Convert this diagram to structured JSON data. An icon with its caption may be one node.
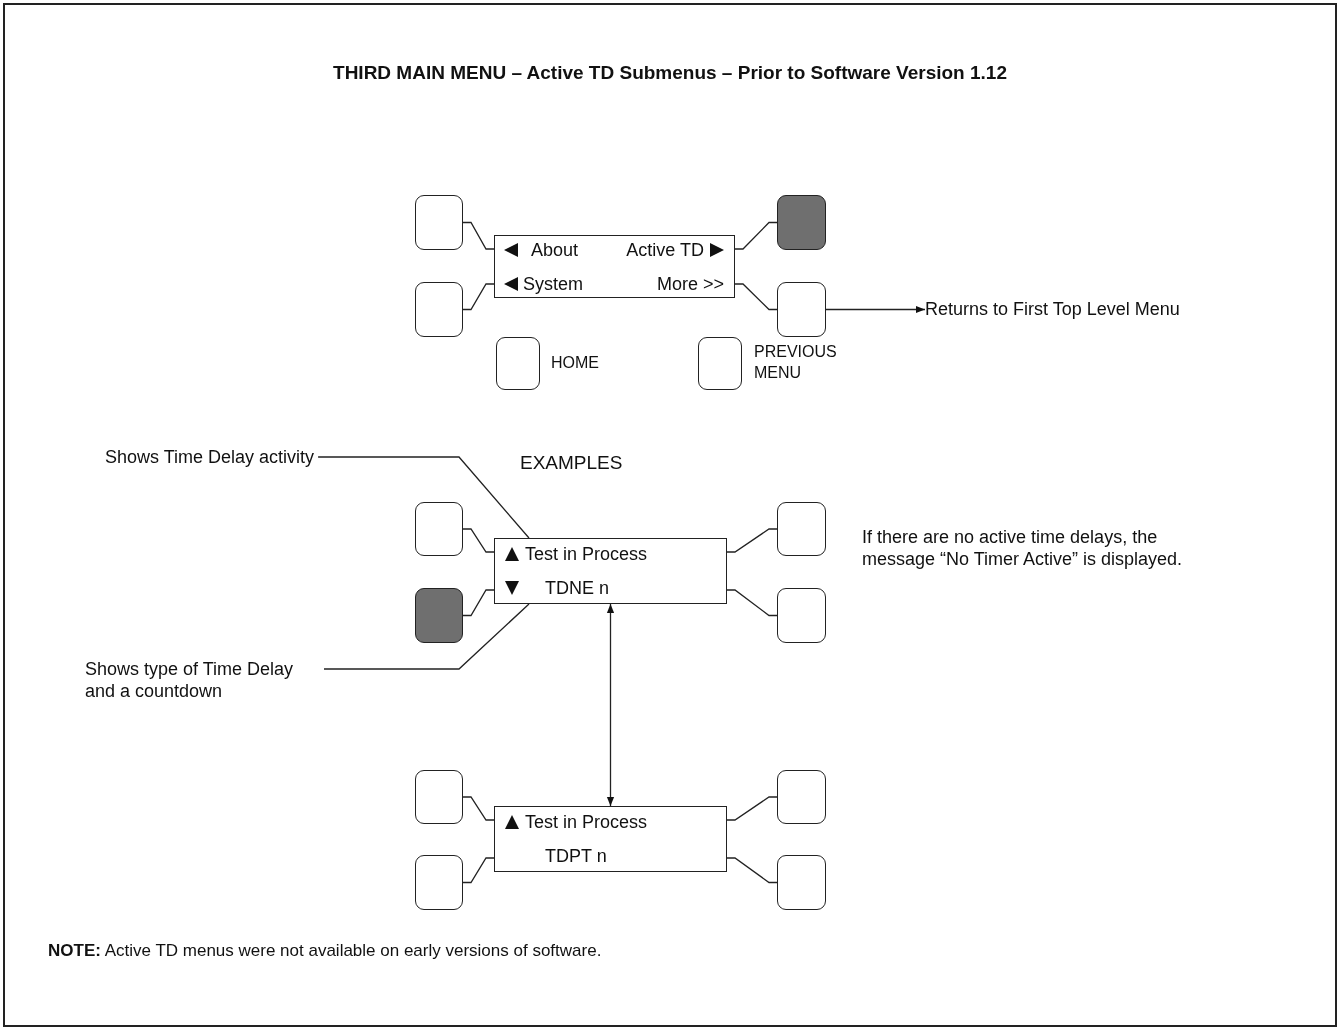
{
  "diagram": {
    "title": "THIRD MAIN MENU – Active TD Submenus – Prior to Software Version 1.12",
    "nodes": [
      {
        "text": [
          "About",
          "Active TD",
          "System",
          "More >>"
        ]
      },
      {
        "text": [],
        "shape": "box"
      },
      {
        "text": [],
        "shape": "box"
      },
      {
        "text": [],
        "shape": "box"
      },
      {
        "text": [],
        "shape": "box"
      },
      {
        "text": [],
        "shape": "box",
        "beside": [
          "HOME"
        ]
      },
      {
        "text": [],
        "shape": "box",
        "beside": [
          "PREVIOUS MENU"
        ]
      },
      {
        "text": [
          "Returns to First Top Level Menu"
        ]
      },
      {
        "text": [
          "Shows Time Delay activity"
        ]
      },
      {
        "text": [
          "Test in Process",
          "TDNE n"
        ]
      },
      {
        "text": [],
        "shape": "box"
      },
      {
        "text": [],
        "shape": "box"
      },
      {
        "text": [],
        "shape": "box"
      },
      {
        "text": [],
        "shape": "box"
      },
      {
        "text": [
          "Shows type of Time Delay and a countdown"
        ]
      },
      {
        "text": [
          "Test in Process",
          "TDPT n"
        ]
      },
      {
        "text": [],
        "shape": "box"
      },
      {
        "text": [],
        "shape": "box"
      },
      {
        "text": [],
        "shape": "box"
      },
      {
        "text": [],
        "shape": "box"
      }
    ],
    "edges": [
      {
        "from": 1,
        "to": 0,
        "arrow": "none"
      },
      {
        "from": 2,
        "to": 0,
        "arrow": "none"
      },
      {
        "from": 3,
        "to": 0,
        "arrow": "none"
      },
      {
        "from": 4,
        "to": 0,
        "arrow": "none"
      },
      {
        "from": 4,
        "to": 7,
        "arrow": "to"
      },
      {
        "from": 8,
        "to": 9,
        "arrow": "none"
      },
      {
        "from": 10,
        "to": 9,
        "arrow": "none"
      },
      {
        "from": 11,
        "to": 9,
        "arrow": "none"
      },
      {
        "from": 12,
        "to": 9,
        "arrow": "none"
      },
      {
        "from": 13,
        "to": 9,
        "arrow": "none"
      },
      {
        "from": 14,
        "to": 9,
        "arrow": "none"
      },
      {
        "from": 9,
        "to": 15,
        "arrow": "both"
      },
      {
        "from": 16,
        "to": 15,
        "arrow": "none"
      },
      {
        "from": 17,
        "to": 15,
        "arrow": "none"
      },
      {
        "from": 18,
        "to": 15,
        "arrow": "none"
      },
      {
        "from": 19,
        "to": 15,
        "arrow": "none"
      }
    ],
    "labels": [
      "EXAMPLES",
      "If there are no active time delays, the message “No Timer Active” is displayed.",
      "**NOTE:** Active TD menus were not available on early versions of software."
    ]
  }
}
